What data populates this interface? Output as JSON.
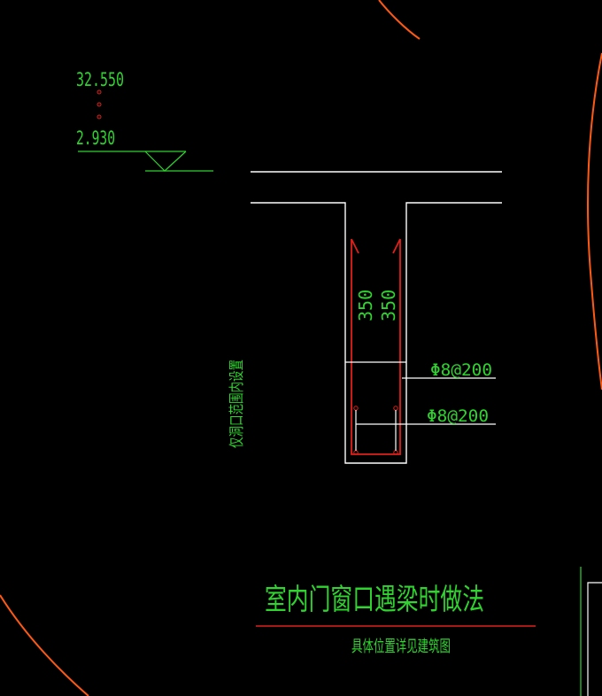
{
  "elevation": {
    "top_value": "32.550",
    "bottom_value": "2.930"
  },
  "dimensions": {
    "depth_label_1": "350",
    "depth_label_2": "350"
  },
  "rebar": {
    "stirrup_callout": "Φ8@200",
    "bar_callout": "Φ8@200"
  },
  "side_note": "仅洞口范围内设置",
  "title": {
    "main": "室内门窗口遇梁时做法",
    "sub": "具体位置详见建筑图"
  },
  "colors": {
    "background": "#000000",
    "outline": "#ffffff",
    "annotation": "#2fd42f",
    "rebar": "#e0201a",
    "boundary": "#ff5a14"
  }
}
